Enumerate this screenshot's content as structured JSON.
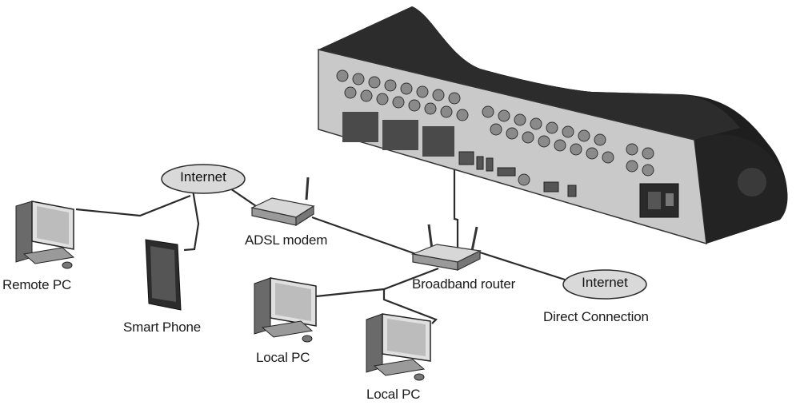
{
  "labels": {
    "internet_left": "Internet",
    "internet_right": "Internet",
    "adsl_modem": "ADSL modem",
    "remote_pc": "Remote PC",
    "smart_phone": "Smart Phone",
    "broadband_router": "Broadband router",
    "direct_connection": "Direct Connection",
    "local_pc_1": "Local PC",
    "local_pc_2": "Local PC"
  },
  "colors": {
    "line": "#2b2b2b",
    "oval_fill": "#d9d9d9",
    "device_dark": "#3a3a3a",
    "device_mid": "#8c8c8c",
    "device_light": "#cfcfcf"
  },
  "icons": [
    "dvr-recorder-icon",
    "adsl-modem-icon",
    "broadband-router-icon",
    "remote-pc-icon",
    "smart-phone-icon",
    "local-pc-icon"
  ]
}
